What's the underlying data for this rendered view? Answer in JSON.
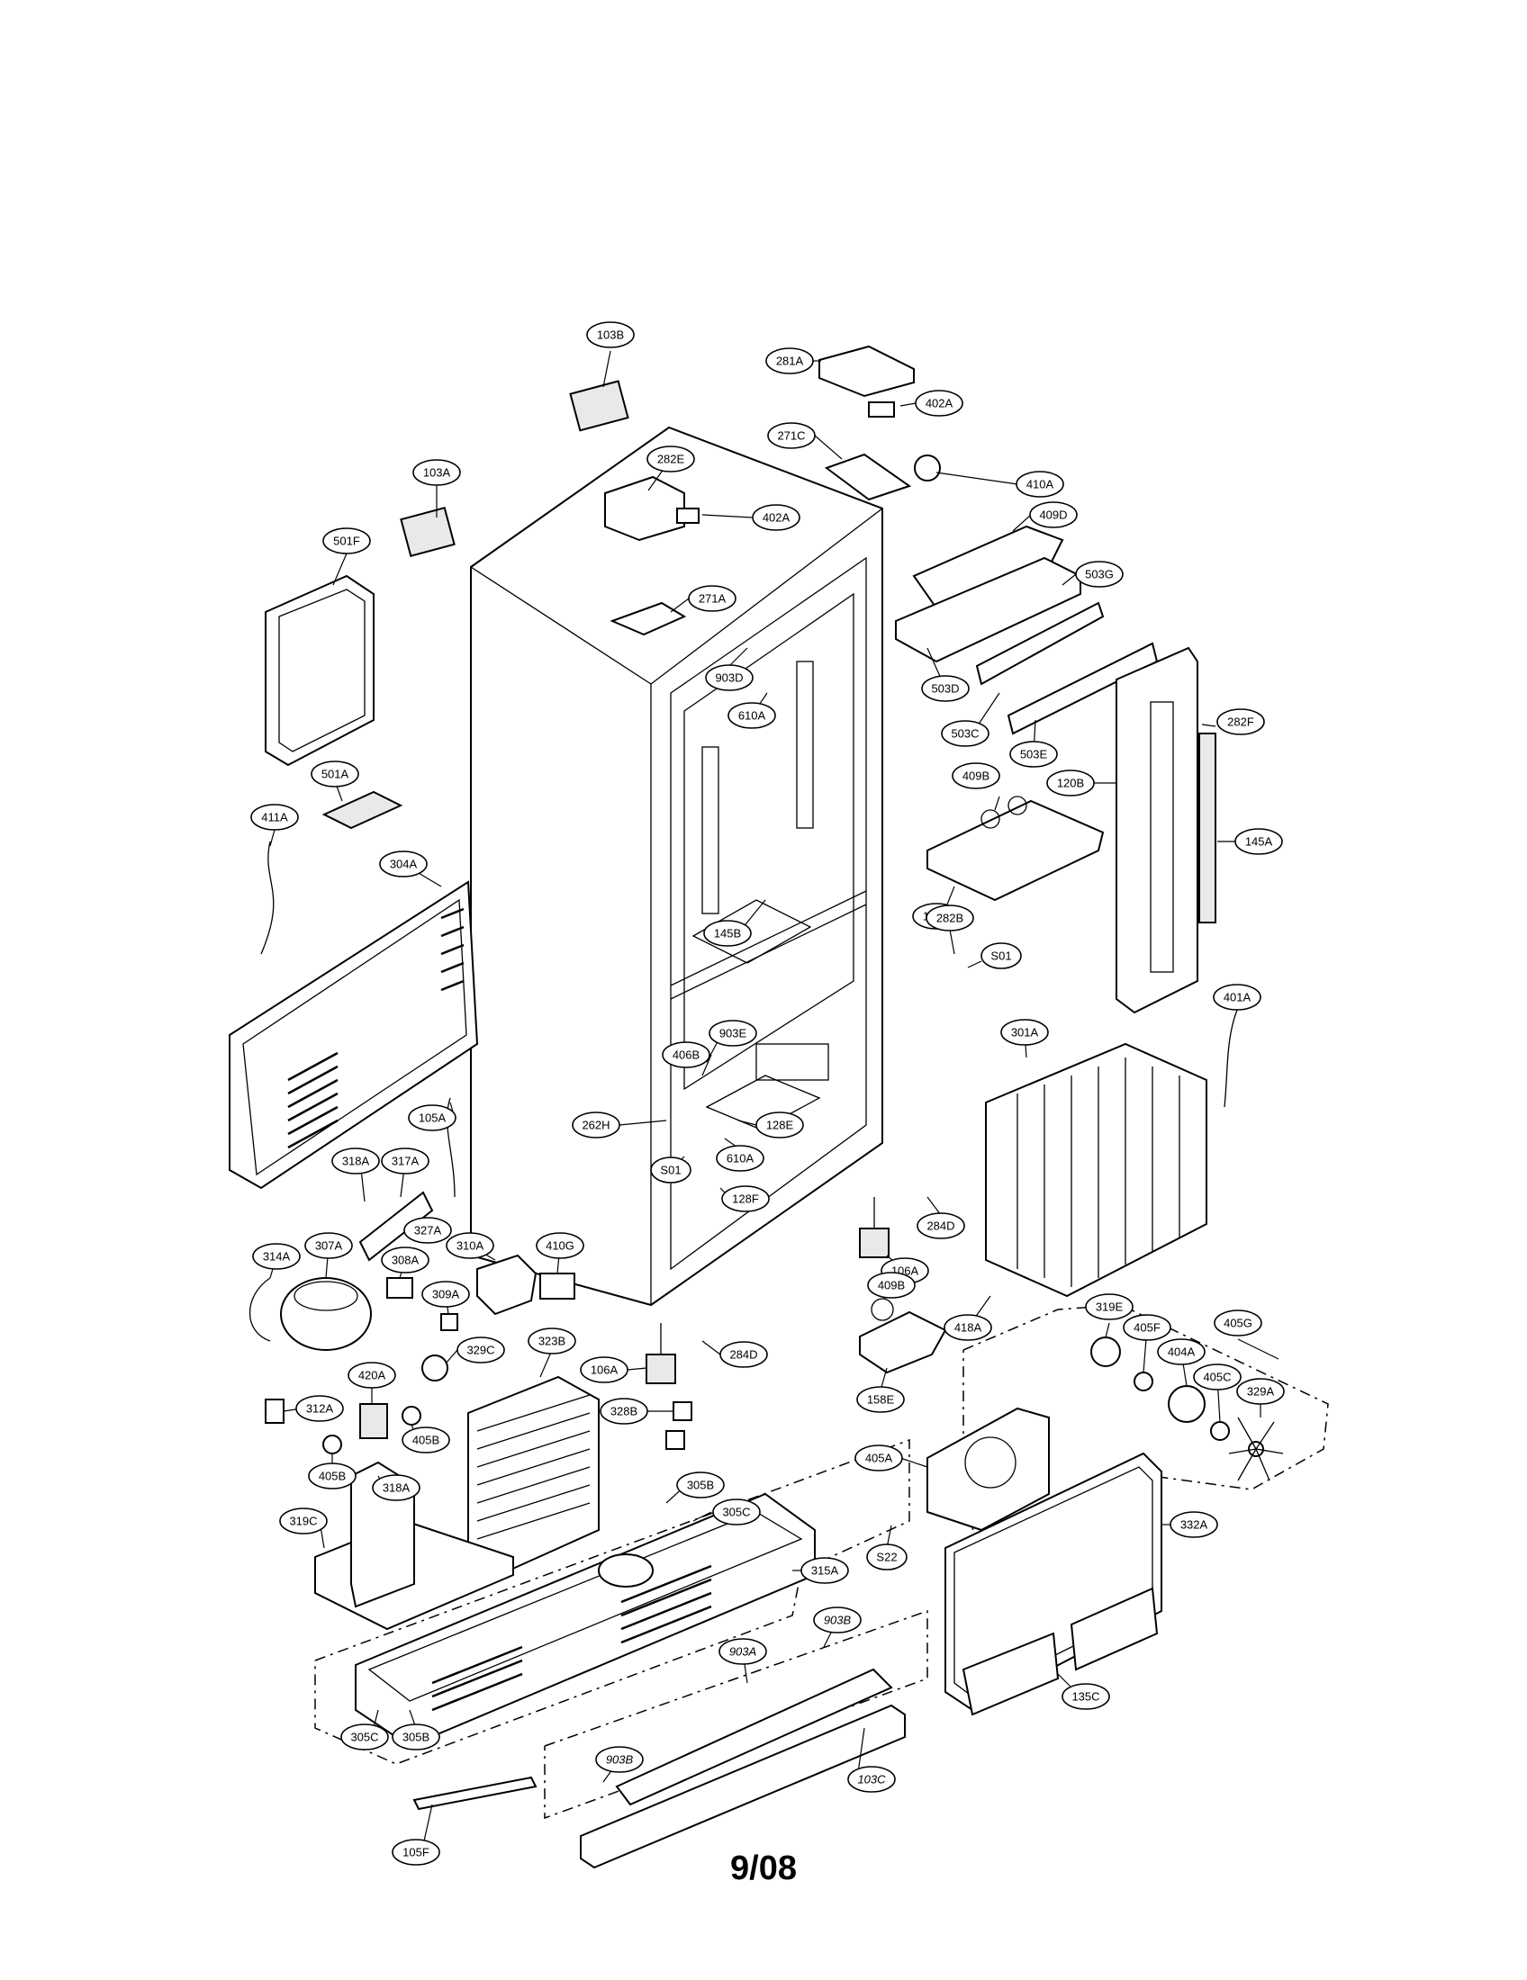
{
  "page_number": "9/08",
  "labels": [
    {
      "id": "103B",
      "text": "103B"
    },
    {
      "id": "281A",
      "text": "281A"
    },
    {
      "id": "402A_top",
      "text": "402A"
    },
    {
      "id": "271C",
      "text": "271C"
    },
    {
      "id": "410A",
      "text": "410A"
    },
    {
      "id": "282E",
      "text": "282E"
    },
    {
      "id": "402A_mid",
      "text": "402A"
    },
    {
      "id": "103A",
      "text": "103A"
    },
    {
      "id": "409D",
      "text": "409D"
    },
    {
      "id": "501F",
      "text": "501F"
    },
    {
      "id": "271A",
      "text": "271A"
    },
    {
      "id": "503G",
      "text": "503G"
    },
    {
      "id": "903D",
      "text": "903D"
    },
    {
      "id": "503D",
      "text": "503D"
    },
    {
      "id": "610A_top",
      "text": "610A"
    },
    {
      "id": "503C",
      "text": "503C"
    },
    {
      "id": "282F",
      "text": "282F"
    },
    {
      "id": "503E",
      "text": "503E"
    },
    {
      "id": "501A",
      "text": "501A"
    },
    {
      "id": "409B_top",
      "text": "409B"
    },
    {
      "id": "120B",
      "text": "120B"
    },
    {
      "id": "411A",
      "text": "411A"
    },
    {
      "id": "304A",
      "text": "304A"
    },
    {
      "id": "145A",
      "text": "145A"
    },
    {
      "id": "158A",
      "text": "158A"
    },
    {
      "id": "145B",
      "text": "145B"
    },
    {
      "id": "282B",
      "text": "282B"
    },
    {
      "id": "S01_top",
      "text": "S01"
    },
    {
      "id": "401A",
      "text": "401A"
    },
    {
      "id": "301A",
      "text": "301A"
    },
    {
      "id": "903E",
      "text": "903E"
    },
    {
      "id": "406B",
      "text": "406B"
    },
    {
      "id": "262H",
      "text": "262H"
    },
    {
      "id": "128E",
      "text": "128E"
    },
    {
      "id": "105A",
      "text": "105A"
    },
    {
      "id": "610A_mid",
      "text": "610A"
    },
    {
      "id": "S01_mid",
      "text": "S01"
    },
    {
      "id": "318A",
      "text": "318A"
    },
    {
      "id": "317A",
      "text": "317A"
    },
    {
      "id": "128F",
      "text": "128F"
    },
    {
      "id": "284D_right",
      "text": "284D"
    },
    {
      "id": "327A",
      "text": "327A"
    },
    {
      "id": "307A",
      "text": "307A"
    },
    {
      "id": "314A",
      "text": "314A"
    },
    {
      "id": "308A",
      "text": "308A"
    },
    {
      "id": "310A",
      "text": "310A"
    },
    {
      "id": "410G",
      "text": "410G"
    },
    {
      "id": "106A_right",
      "text": "106A"
    },
    {
      "id": "309A",
      "text": "309A"
    },
    {
      "id": "409B_mid",
      "text": "409B"
    },
    {
      "id": "418A",
      "text": "418A"
    },
    {
      "id": "319E",
      "text": "319E"
    },
    {
      "id": "405F",
      "text": "405F"
    },
    {
      "id": "405G",
      "text": "405G"
    },
    {
      "id": "323B",
      "text": "323B"
    },
    {
      "id": "329C",
      "text": "329C"
    },
    {
      "id": "404A",
      "text": "404A"
    },
    {
      "id": "420A",
      "text": "420A"
    },
    {
      "id": "106A_mid",
      "text": "106A"
    },
    {
      "id": "284D_mid",
      "text": "284D"
    },
    {
      "id": "405C",
      "text": "405C"
    },
    {
      "id": "329A",
      "text": "329A"
    },
    {
      "id": "312A",
      "text": "312A"
    },
    {
      "id": "158E",
      "text": "158E"
    },
    {
      "id": "405B_a",
      "text": "405B"
    },
    {
      "id": "328B",
      "text": "328B"
    },
    {
      "id": "405A",
      "text": "405A"
    },
    {
      "id": "405B_b",
      "text": "405B"
    },
    {
      "id": "318A_b",
      "text": "318A"
    },
    {
      "id": "305B_top",
      "text": "305B"
    },
    {
      "id": "319C",
      "text": "319C"
    },
    {
      "id": "305C_top",
      "text": "305C"
    },
    {
      "id": "332A",
      "text": "332A"
    },
    {
      "id": "S22",
      "text": "S22"
    },
    {
      "id": "315A",
      "text": "315A"
    },
    {
      "id": "903B_top",
      "text": "903B"
    },
    {
      "id": "903A",
      "text": "903A"
    },
    {
      "id": "135C",
      "text": "135C"
    },
    {
      "id": "305C_bot",
      "text": "305C"
    },
    {
      "id": "305B_bot",
      "text": "305B"
    },
    {
      "id": "903B_bot",
      "text": "903B"
    },
    {
      "id": "103C",
      "text": "103C"
    },
    {
      "id": "105F",
      "text": "105F"
    }
  ]
}
